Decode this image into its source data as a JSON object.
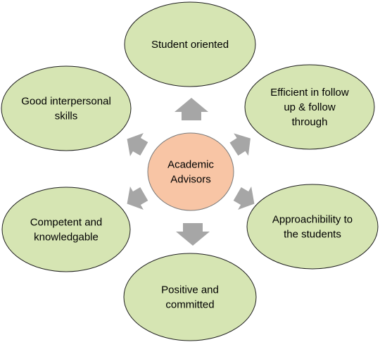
{
  "center": {
    "lines": [
      "Academic",
      "Advisors"
    ]
  },
  "nodes": [
    {
      "id": "student-oriented",
      "lines": [
        "Student oriented"
      ]
    },
    {
      "id": "efficient-follow-up",
      "lines": [
        "Efficient in follow",
        "up & follow",
        "through"
      ]
    },
    {
      "id": "approachability",
      "lines": [
        "Approachibility to",
        "the students"
      ]
    },
    {
      "id": "positive-committed",
      "lines": [
        "Positive and",
        "committed"
      ]
    },
    {
      "id": "competent-knowledgable",
      "lines": [
        "Competent and",
        "knowledgable"
      ]
    },
    {
      "id": "good-interpersonal",
      "lines": [
        "Good interpersonal",
        "skills"
      ]
    }
  ],
  "colors": {
    "node_fill": "#d6e5b3",
    "node_stroke": "#1f1f1f",
    "center_fill": "#f8c5a5",
    "center_stroke": "#7a7a7a",
    "arrow_fill": "#a6a6a6"
  }
}
